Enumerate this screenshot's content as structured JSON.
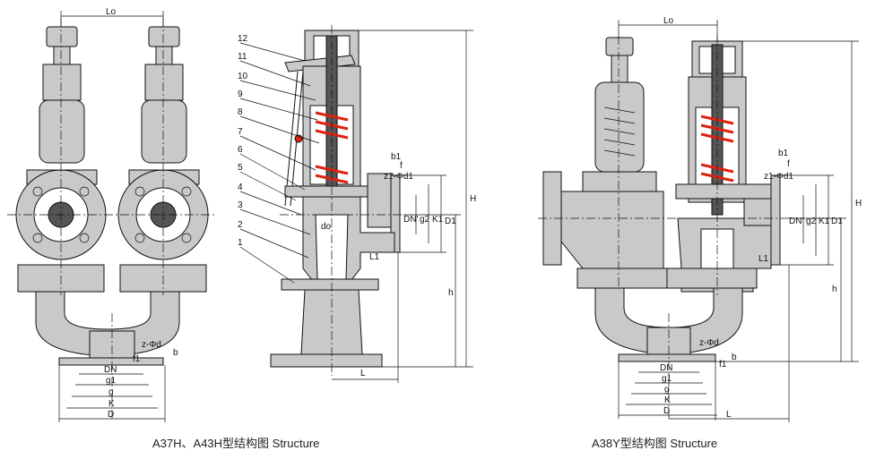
{
  "captions": {
    "left": "A37H、A43H型结构图 Structure",
    "right": "A38Y型结构图 Structure"
  },
  "dims": {
    "Lo": "Lo",
    "H": "H",
    "h": "h",
    "L": "L",
    "L1": "L1",
    "DN": "DN",
    "DN_prime": "DN'",
    "D": "D",
    "D1": "D1",
    "K": "K",
    "K1": "K1",
    "g": "g",
    "g1": "g1",
    "g2": "g2",
    "f": "f",
    "f1": "f1",
    "b": "b",
    "b1": "b1",
    "do": "do",
    "zd": "z-Φd",
    "z1d1": "z1-Φd1"
  },
  "part_numbers": [
    "1",
    "2",
    "3",
    "4",
    "5",
    "6",
    "7",
    "8",
    "9",
    "10",
    "11",
    "12"
  ],
  "colors": {
    "spring": "#dd2211",
    "body": "#c9c9c9",
    "line": "#111111"
  }
}
